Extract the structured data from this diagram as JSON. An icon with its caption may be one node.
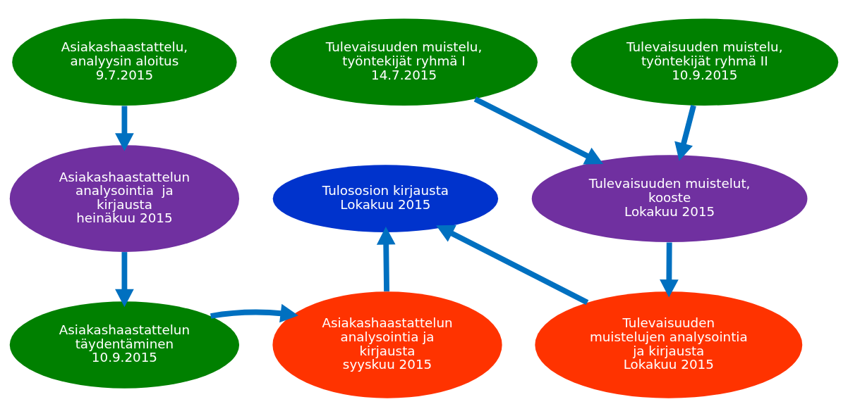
{
  "diagram": {
    "nodes": [
      {
        "text": [
          "Asiakashaastattelu, analyysin aloitus",
          "9.7.2015"
        ]
      },
      {
        "text": [
          "Asiakashaastattelun analysointia  ja kirjausta",
          "heinäkuu 2015"
        ]
      },
      {
        "text": [
          "Asiakashaastattelun täydentäminen",
          "10.9.2015"
        ]
      },
      {
        "text": [
          "Asiakashaastattelun analysointia ja kirjausta",
          "syyskuu 2015"
        ]
      },
      {
        "text": [
          "Tulososion kirjausta",
          "Lokakuu 2015"
        ]
      },
      {
        "text": [
          "Tulevaisuuden muistelu, työntekijät ryhmä I",
          "14.7.2015"
        ]
      },
      {
        "text": [
          "Tulevaisuuden muistelu, työntekijät ryhmä II",
          "10.9.2015"
        ]
      },
      {
        "text": [
          "Tulevaisuuden muistelut, kooste",
          "Lokakuu 2015"
        ]
      },
      {
        "text": [
          "Tulevaisuuden muistelujen analysointia ja kirjausta",
          "Lokakuu 2015"
        ]
      }
    ],
    "edges": [
      {
        "from": 0,
        "to": 1,
        "arrow": "to"
      },
      {
        "from": 1,
        "to": 2,
        "arrow": "to"
      },
      {
        "from": 2,
        "to": 3,
        "arrow": "to"
      },
      {
        "from": 3,
        "to": 4,
        "arrow": "to"
      },
      {
        "from": 5,
        "to": 7,
        "arrow": "to"
      },
      {
        "from": 6,
        "to": 7,
        "arrow": "to"
      },
      {
        "from": 7,
        "to": 8,
        "arrow": "to"
      },
      {
        "from": 8,
        "to": 4,
        "arrow": "to"
      }
    ]
  }
}
